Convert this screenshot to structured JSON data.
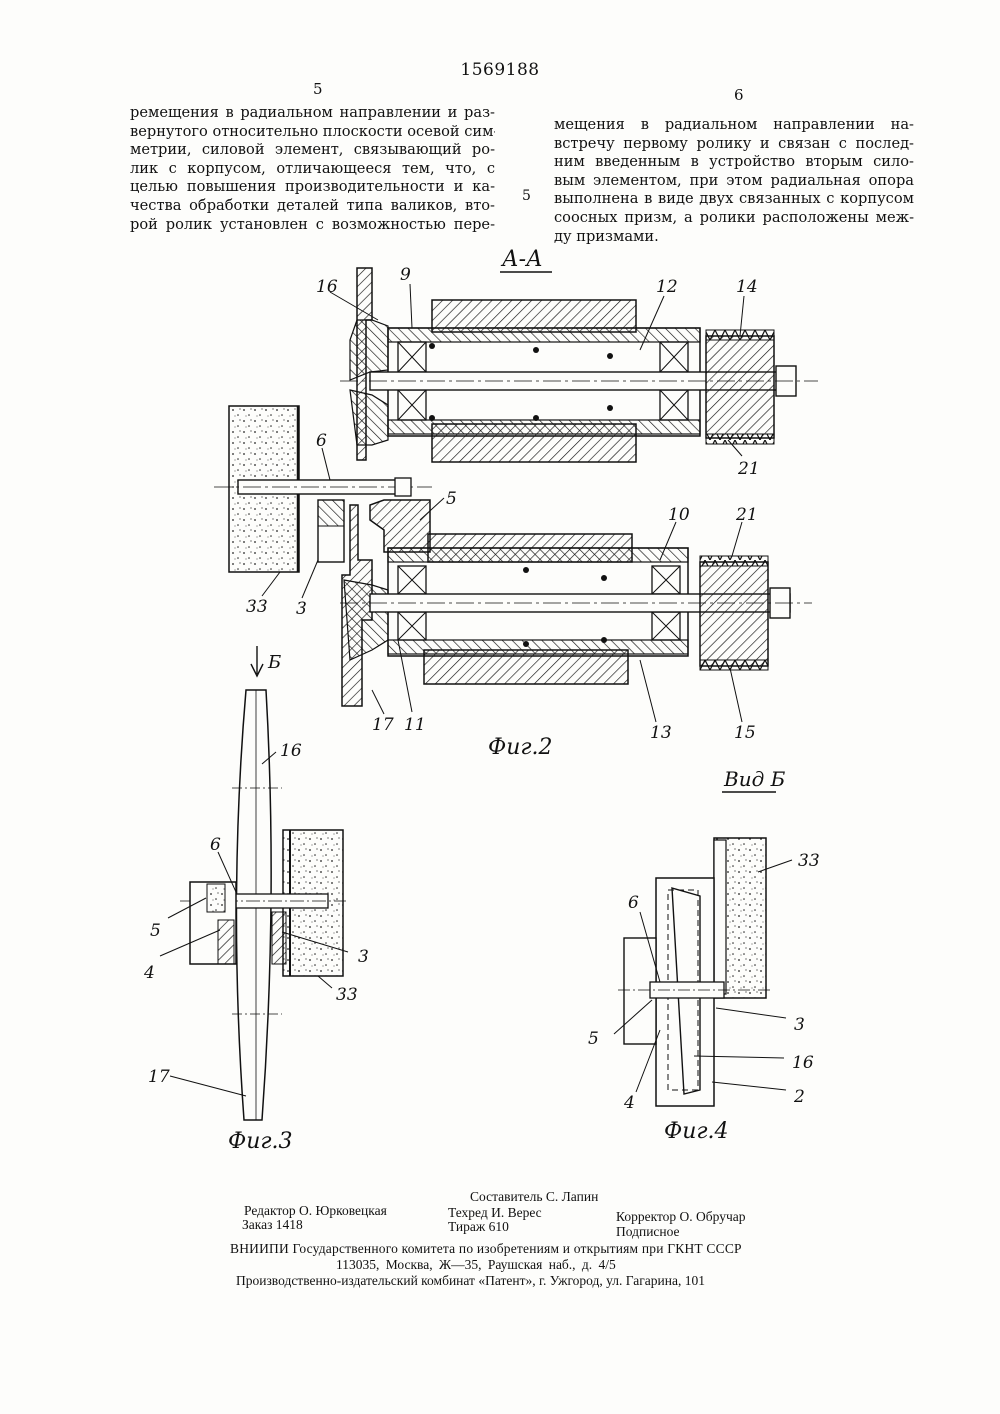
{
  "header": {
    "patent_number": "1569188",
    "left_column_number": "5",
    "right_column_number": "6",
    "margin_line_number": "5"
  },
  "left_column": {
    "lines": [
      "ремещения в радиальном направлении и раз-",
      "вернутого относительно плоскости осевой сим-",
      "метрии, силовой элемент, связывающий ро-",
      "лик с корпусом, отличающееся тем, что, с",
      "целью повышения производительности и ка-",
      "чества обработки деталей типа валиков, вто-",
      "рой ролик установлен с возможностью пере-"
    ]
  },
  "right_column": {
    "lines": [
      "мещения в радиальном направлении на-",
      "встречу первому ролику и связан с послед-",
      "ним введенным в устройство вторым сило-",
      "вым элементом, при этом радиальная опора",
      "выполнена в виде двух связанных с корпусом",
      "соосных призм, а ролики расположены меж-",
      "ду призмами."
    ]
  },
  "figures": {
    "section_label": "А-А",
    "fig2_caption": "Фиг.2",
    "fig3_caption": "Фиг.3",
    "fig4_caption": "Фиг.4",
    "view_label": "Вид Б",
    "arrow_label": "Б",
    "fig2_labels": [
      "16",
      "9",
      "12",
      "14",
      "21",
      "6",
      "5",
      "10",
      "21",
      "33",
      "3",
      "17",
      "11",
      "13",
      "15"
    ],
    "fig3_labels": [
      "16",
      "6",
      "5",
      "4",
      "3",
      "33",
      "17"
    ],
    "fig4_labels": [
      "33",
      "6",
      "3",
      "5",
      "16",
      "4",
      "2"
    ]
  },
  "footer": {
    "compiler": "Составитель С. Лапин",
    "editor": "Редактор О. Юрковецкая",
    "techred": "Техред И. Верес",
    "corrector": "Корректор О. Обручар",
    "order": "Заказ 1418",
    "circulation": "Тираж 610",
    "subscription": "Подписное",
    "org_line1": "ВНИИПИ Государственного комитета по изобретениям и открытиям при ГКНТ СССР",
    "org_line2": "113035, Москва, Ж—35, Раушская наб., д. 4/5",
    "publisher": "Производственно-издательский комбинат «Патент», г. Ужгород, ул. Гагарина, 101"
  }
}
